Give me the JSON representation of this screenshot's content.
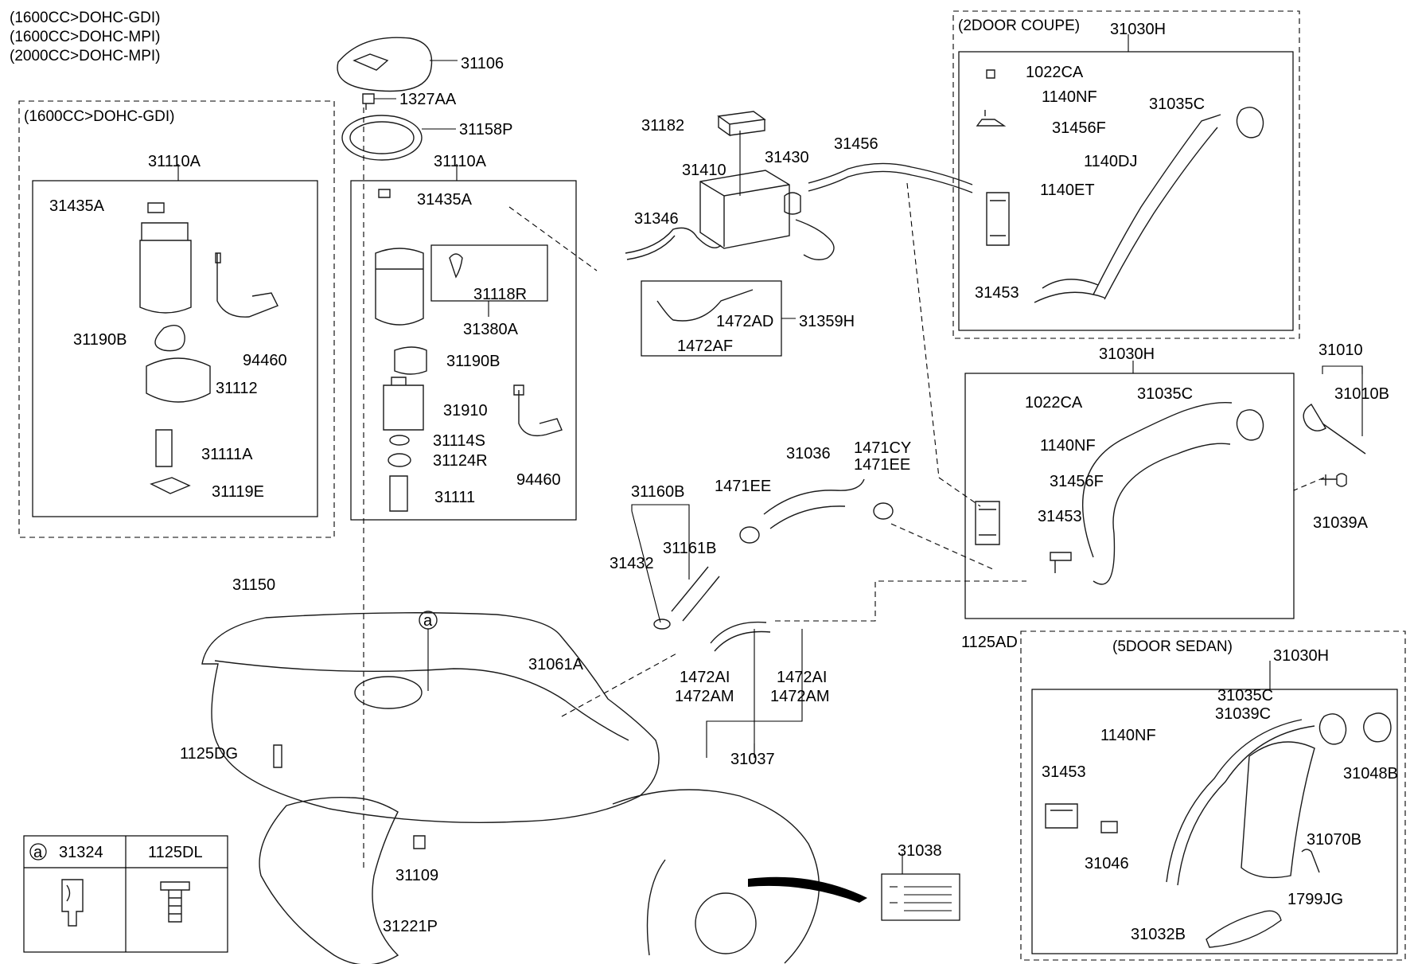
{
  "engine_notes": [
    "(1600CC>DOHC-GDI)",
    "(1600CC>DOHC-MPI)",
    "(2000CC>DOHC-MPI)"
  ],
  "box_gdi_title": "(1600CC>DOHC-GDI)",
  "box_coupe_title": "(2DOOR COUPE)",
  "box_sedan_title": "(5DOOR SEDAN)",
  "legend": {
    "circle": "a",
    "col1": "31324",
    "col2": "1125DL"
  },
  "labels": [
    {
      "id": "31106",
      "text": "31106"
    },
    {
      "id": "1327AA",
      "text": "1327AA"
    },
    {
      "id": "31158P",
      "text": "31158P"
    },
    {
      "id": "31110A_gdi",
      "text": "31110A"
    },
    {
      "id": "31435A_gdi",
      "text": "31435A"
    },
    {
      "id": "31190B_gdi",
      "text": "31190B"
    },
    {
      "id": "94460_gdi",
      "text": "94460"
    },
    {
      "id": "31112",
      "text": "31112"
    },
    {
      "id": "31111A",
      "text": "31111A"
    },
    {
      "id": "31119E",
      "text": "31119E"
    },
    {
      "id": "31110A_mpi",
      "text": "31110A"
    },
    {
      "id": "31435A_mpi",
      "text": "31435A"
    },
    {
      "id": "31118R",
      "text": "31118R"
    },
    {
      "id": "31380A",
      "text": "31380A"
    },
    {
      "id": "31190B_mpi",
      "text": "31190B"
    },
    {
      "id": "31910",
      "text": "31910"
    },
    {
      "id": "31114S",
      "text": "31114S"
    },
    {
      "id": "31124R",
      "text": "31124R"
    },
    {
      "id": "31111",
      "text": "31111"
    },
    {
      "id": "94460_mpi",
      "text": "94460"
    },
    {
      "id": "31182",
      "text": "31182"
    },
    {
      "id": "31410",
      "text": "31410"
    },
    {
      "id": "31430",
      "text": "31430"
    },
    {
      "id": "31456",
      "text": "31456"
    },
    {
      "id": "31346",
      "text": "31346"
    },
    {
      "id": "1472AD",
      "text": "1472AD"
    },
    {
      "id": "31359H",
      "text": "31359H"
    },
    {
      "id": "1472AF",
      "text": "1472AF"
    },
    {
      "id": "31030H_coupe",
      "text": "31030H"
    },
    {
      "id": "1022CA_coupe",
      "text": "1022CA"
    },
    {
      "id": "1140NF_coupe",
      "text": "1140NF"
    },
    {
      "id": "31035C_coupe",
      "text": "31035C"
    },
    {
      "id": "31456F_coupe",
      "text": "31456F"
    },
    {
      "id": "1140DJ",
      "text": "1140DJ"
    },
    {
      "id": "1140ET",
      "text": "1140ET"
    },
    {
      "id": "31453_coupe",
      "text": "31453"
    },
    {
      "id": "31030H_mid",
      "text": "31030H"
    },
    {
      "id": "31010",
      "text": "31010"
    },
    {
      "id": "31010B",
      "text": "31010B"
    },
    {
      "id": "1022CA_mid",
      "text": "1022CA"
    },
    {
      "id": "31035C_mid",
      "text": "31035C"
    },
    {
      "id": "1140NF_mid",
      "text": "1140NF"
    },
    {
      "id": "31456F_mid",
      "text": "31456F"
    },
    {
      "id": "31453_mid",
      "text": "31453"
    },
    {
      "id": "31039A",
      "text": "31039A"
    },
    {
      "id": "1125AD",
      "text": "1125AD"
    },
    {
      "id": "31036",
      "text": "31036"
    },
    {
      "id": "1471CY",
      "text": "1471CY"
    },
    {
      "id": "1471EE_r",
      "text": "1471EE"
    },
    {
      "id": "1471EE_l",
      "text": "1471EE"
    },
    {
      "id": "31160B",
      "text": "31160B"
    },
    {
      "id": "31161B",
      "text": "31161B"
    },
    {
      "id": "31432",
      "text": "31432"
    },
    {
      "id": "31150",
      "text": "31150"
    },
    {
      "id": "31061A",
      "text": "31061A"
    },
    {
      "id": "1472AI_l",
      "text": "1472AI"
    },
    {
      "id": "1472AM_l",
      "text": "1472AM"
    },
    {
      "id": "1472AI_r",
      "text": "1472AI"
    },
    {
      "id": "1472AM_r",
      "text": "1472AM"
    },
    {
      "id": "31037",
      "text": "31037"
    },
    {
      "id": "1125DG",
      "text": "1125DG"
    },
    {
      "id": "31109",
      "text": "31109"
    },
    {
      "id": "31221P",
      "text": "31221P"
    },
    {
      "id": "31038",
      "text": "31038"
    },
    {
      "id": "31030H_sedan",
      "text": "31030H"
    },
    {
      "id": "31035C_sedan",
      "text": "31035C"
    },
    {
      "id": "31039C",
      "text": "31039C"
    },
    {
      "id": "1140NF_sedan",
      "text": "1140NF"
    },
    {
      "id": "31453_sedan",
      "text": "31453"
    },
    {
      "id": "31048B",
      "text": "31048B"
    },
    {
      "id": "31070B",
      "text": "31070B"
    },
    {
      "id": "31046",
      "text": "31046"
    },
    {
      "id": "1799JG",
      "text": "1799JG"
    },
    {
      "id": "31032B",
      "text": "31032B"
    },
    {
      "id": "a_callout",
      "text": "a"
    }
  ]
}
